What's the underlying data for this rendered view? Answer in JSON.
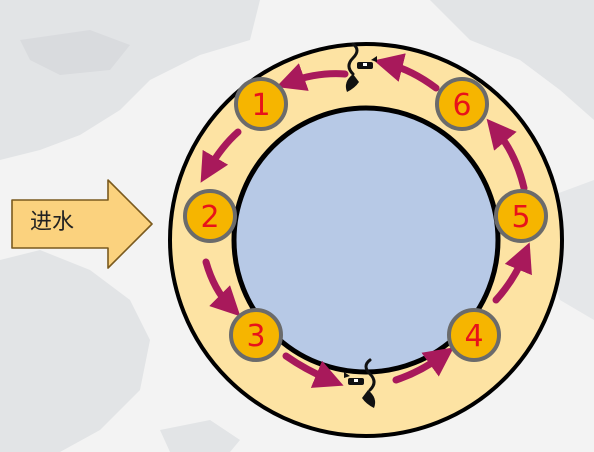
{
  "inflow": {
    "label": "进水",
    "fill": "#fbd27e",
    "stroke": "#7a5a1e"
  },
  "ring": {
    "outer_fill": "#fde3a3",
    "inner_fill": "#b7c9e6",
    "stroke": "#000000"
  },
  "stations": [
    {
      "label": "1"
    },
    {
      "label": "2"
    },
    {
      "label": "3"
    },
    {
      "label": "4"
    },
    {
      "label": "5"
    },
    {
      "label": "6"
    }
  ],
  "station_style": {
    "fill": "#f6b500",
    "stroke": "#6b6b6b",
    "text_color": "#e8121a"
  },
  "flow_arrow_color": "#a8195b",
  "fan_icons": [
    "fan-top",
    "fan-bottom"
  ]
}
